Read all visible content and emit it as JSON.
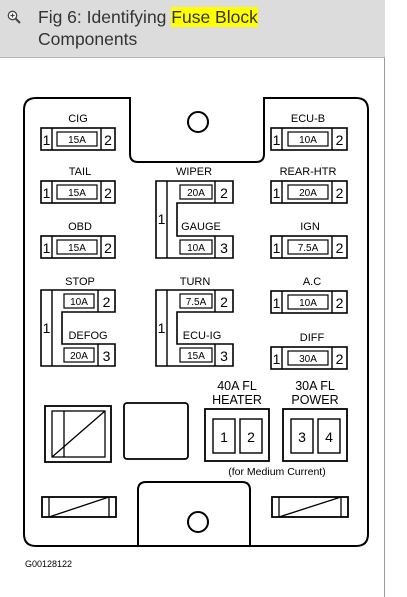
{
  "header": {
    "title_prefix": "Fig 6: Identifying ",
    "title_highlight": "Fuse Block",
    "title_suffix": "Components"
  },
  "fuses": {
    "cig": {
      "name": "CIG",
      "amp": "15A",
      "pin_left": "1",
      "pin_right": "2"
    },
    "ecu_b": {
      "name": "ECU-B",
      "amp": "10A",
      "pin_left": "1",
      "pin_right": "2"
    },
    "tail": {
      "name": "TAIL",
      "amp": "15A",
      "pin_left": "1",
      "pin_right": "2"
    },
    "rear_htr": {
      "name": "REAR-HTR",
      "amp": "20A",
      "pin_left": "1",
      "pin_right": "2"
    },
    "obd": {
      "name": "OBD",
      "amp": "15A",
      "pin_left": "1",
      "pin_right": "2"
    },
    "ign": {
      "name": "IGN",
      "amp": "7.5A",
      "pin_left": "1",
      "pin_right": "2"
    },
    "ac": {
      "name": "A.C",
      "amp": "10A",
      "pin_left": "1",
      "pin_right": "2"
    },
    "diff": {
      "name": "DIFF",
      "amp": "30A",
      "pin_left": "1",
      "pin_right": "2"
    }
  },
  "groups": {
    "wiper_gauge": {
      "common": "1",
      "top_name": "WIPER",
      "top_amp": "20A",
      "top_pin": "2",
      "bottom_name": "GAUGE",
      "bottom_amp": "10A",
      "bottom_pin": "3"
    },
    "stop_defog": {
      "common": "1",
      "top_name": "STOP",
      "top_amp": "10A",
      "top_pin": "2",
      "bottom_name": "DEFOG",
      "bottom_amp": "20A",
      "bottom_pin": "3"
    },
    "turn_ecu_ig": {
      "common": "1",
      "top_name": "TURN",
      "top_amp": "7.5A",
      "top_pin": "2",
      "bottom_name": "ECU-IG",
      "bottom_amp": "15A",
      "bottom_pin": "3"
    }
  },
  "fusible_links": {
    "heater": {
      "line1": "40A FL",
      "line2": "HEATER",
      "pin_a": "1",
      "pin_b": "2"
    },
    "power": {
      "line1": "30A FL",
      "line2": "POWER",
      "pin_a": "3",
      "pin_b": "4"
    },
    "note": "(for Medium Current)"
  },
  "figure_code": "G00128122",
  "icons": {
    "zoom": "zoom-in-icon"
  },
  "colors": {
    "highlight": "#ffff00",
    "header_bg": "#dcdcdc"
  }
}
